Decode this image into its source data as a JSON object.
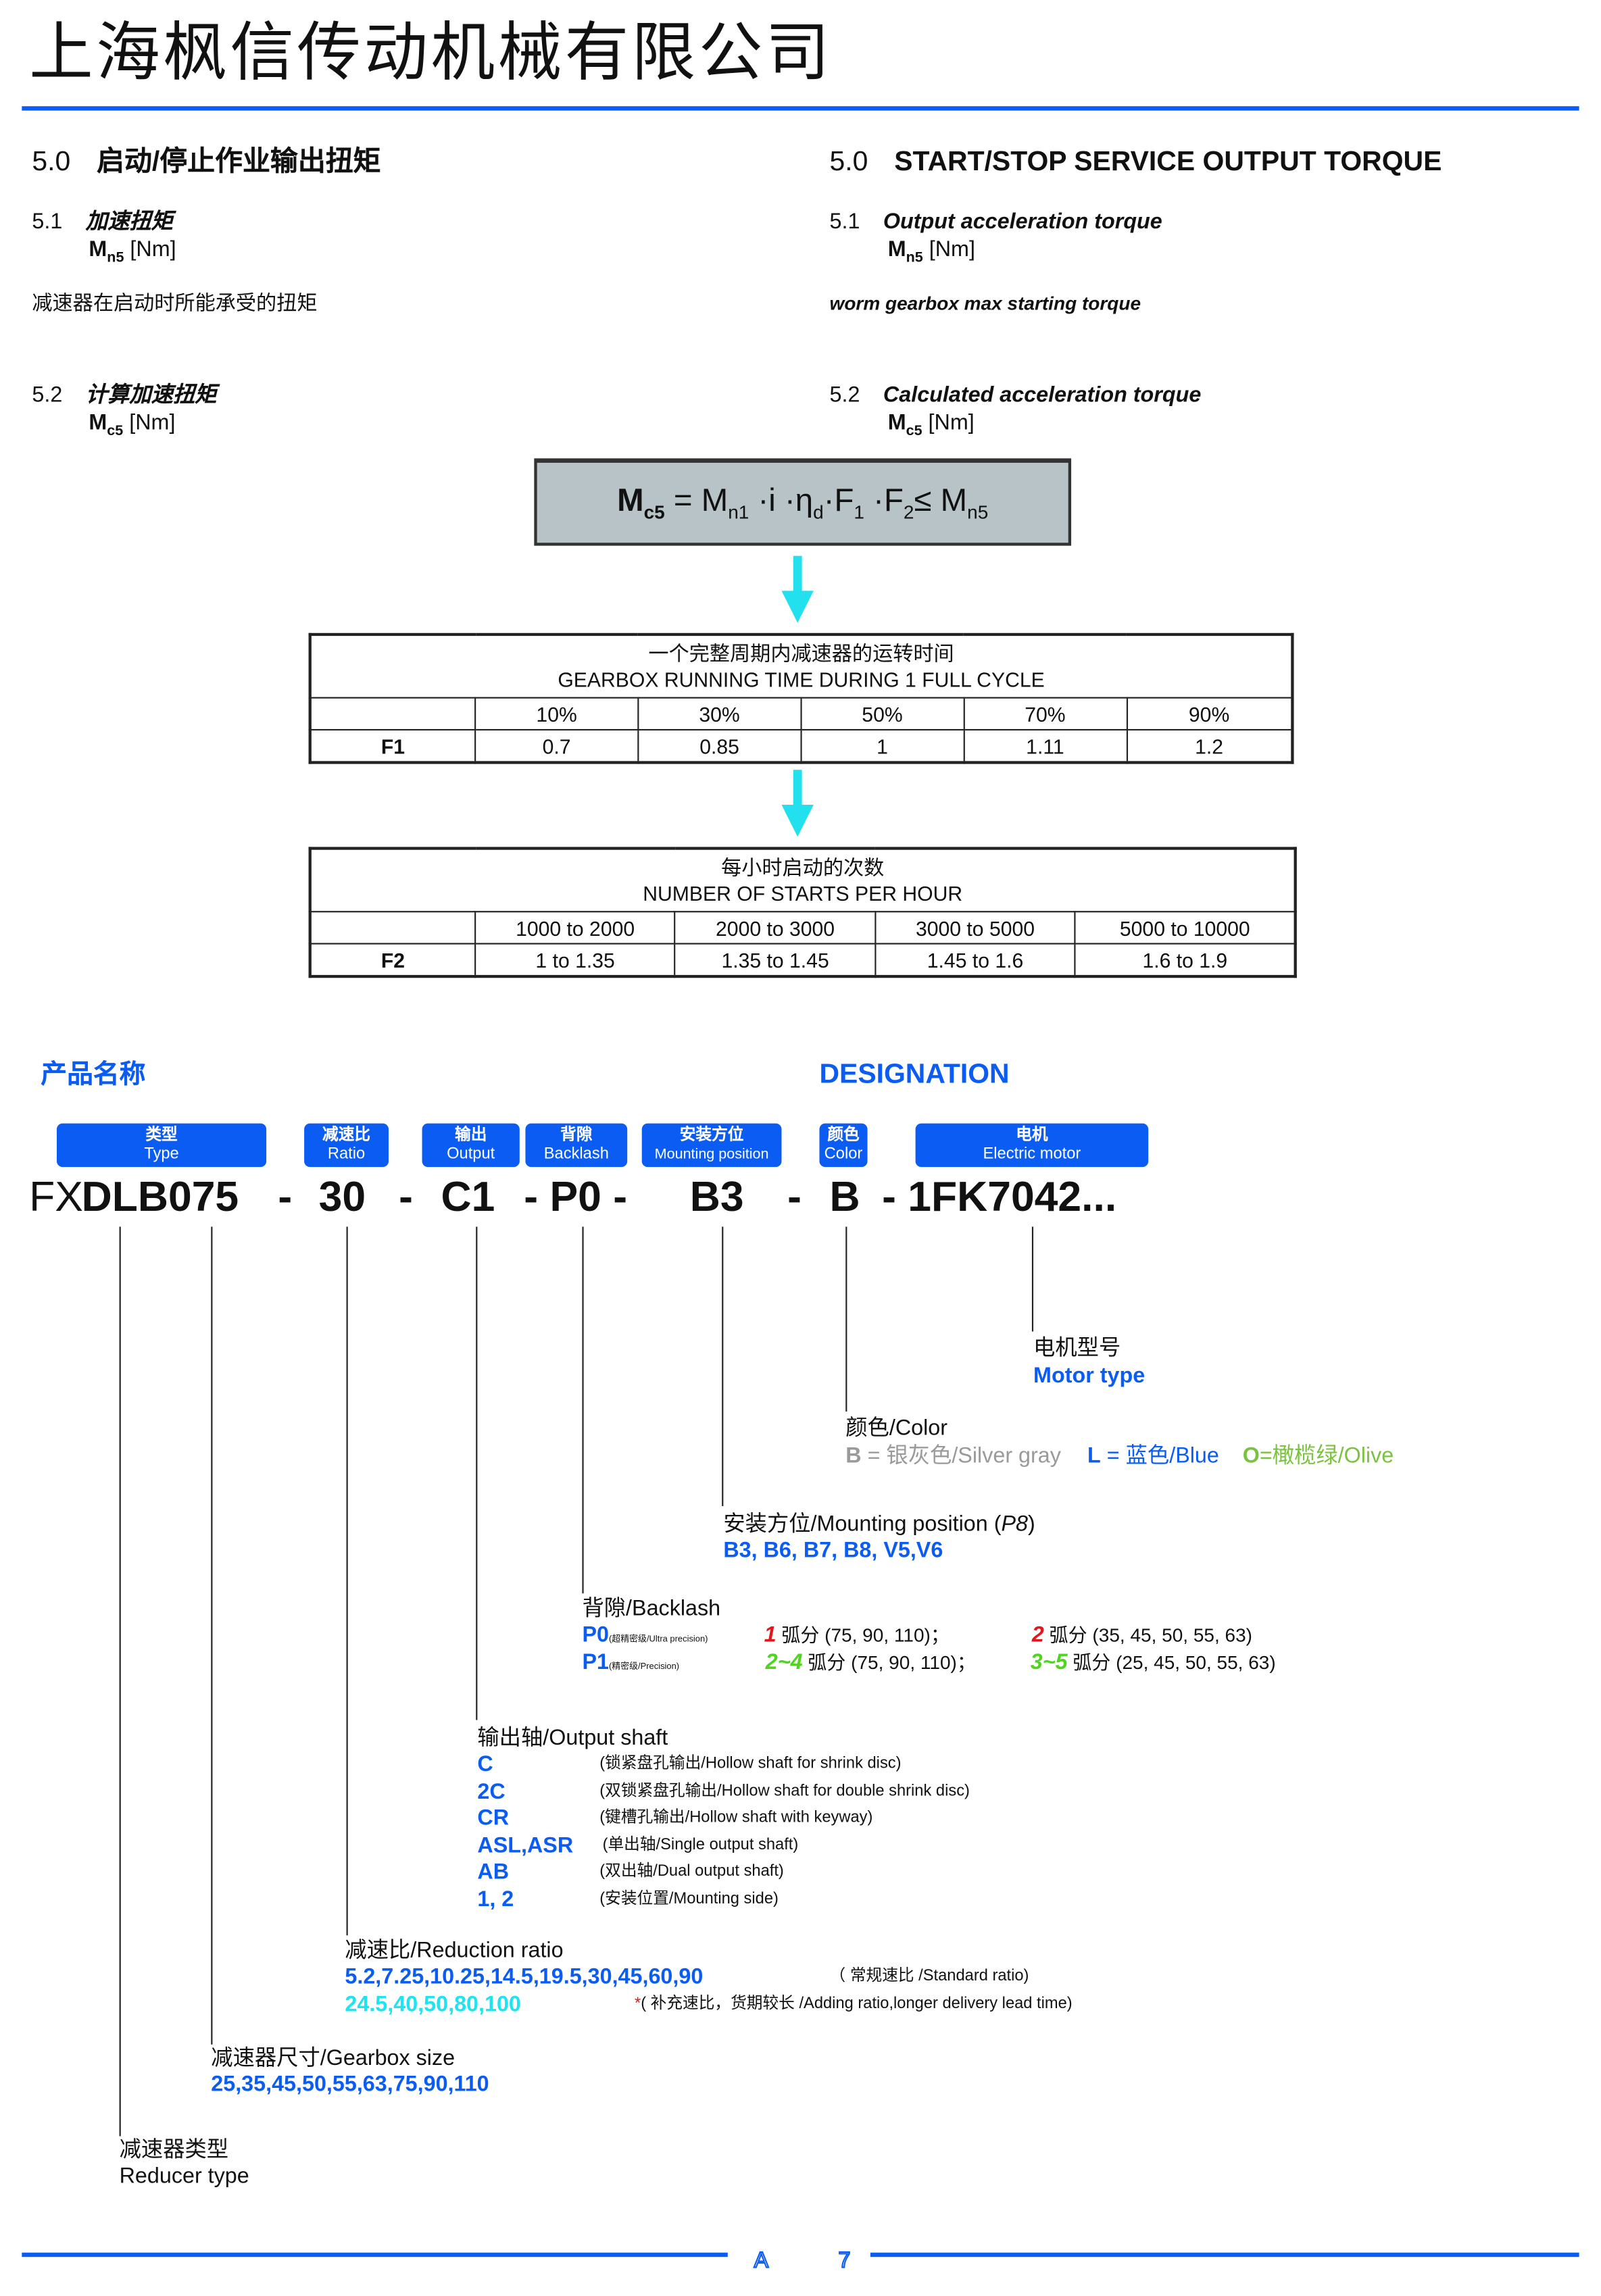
{
  "header": {
    "company": "上海枫信传动机械有限公司"
  },
  "section_cn": {
    "num": "5.0",
    "title": "启动/停止作业输出扭矩",
    "s51_num": "5.1",
    "s51_title": "加速扭矩",
    "s51_sym": "M",
    "s51_sub": "n5",
    "unit": "[Nm]",
    "s51_desc": "减速器在启动时所能承受的扭矩",
    "s52_num": "5.2",
    "s52_title": "计算加速扭矩",
    "s52_sym": "M",
    "s52_sub": "c5"
  },
  "section_en": {
    "num": "5.0",
    "title": "START/STOP SERVICE OUTPUT TORQUE",
    "s51_num": "5.1",
    "s51_title": "Output acceleration torque",
    "s51_desc": "worm gearbox max starting torque",
    "s52_num": "5.2",
    "s52_title": "Calculated acceleration torque"
  },
  "formula": {
    "lhs": "M",
    "lhs_sub": "c5",
    "eq": " = M",
    "n1": "n1",
    "i": " ·i ·η",
    "d": "d",
    "f1": "·F",
    "one": "1",
    "f2": " ·F",
    "two": "2",
    "le": "≤ M",
    "n5": "n5"
  },
  "table_f1": {
    "title_cn": "一个完整周期内减速器的运转时间",
    "title_en": "GEARBOX RUNNING TIME DURING 1 FULL CYCLE",
    "label": "F1",
    "headers": [
      "10%",
      "30%",
      "50%",
      "70%",
      "90%"
    ],
    "values": [
      "0.7",
      "0.85",
      "1",
      "1.11",
      "1.2"
    ]
  },
  "table_f2": {
    "title_cn": "每小时启动的次数",
    "title_en": "NUMBER OF STARTS PER HOUR",
    "label": "F2",
    "headers": [
      "1000 to 2000",
      "2000 to 3000",
      "3000 to 5000",
      "5000 to 10000"
    ],
    "values": [
      "1 to 1.35",
      "1.35 to 1.45",
      "1.45 to 1.6",
      "1.6 to 1.9"
    ]
  },
  "designation": {
    "title_cn": "产品名称",
    "title_en": "DESIGNATION",
    "tags": [
      {
        "cn": "类型",
        "en": "Type"
      },
      {
        "cn": "减速比",
        "en": "Ratio"
      },
      {
        "cn": "输出",
        "en": "Output"
      },
      {
        "cn": "背隙",
        "en": "Backlash"
      },
      {
        "cn": "安装方位",
        "en": "Mounting position"
      },
      {
        "cn": "颜色",
        "en": "Color"
      },
      {
        "cn": "电机",
        "en": "Electric motor"
      }
    ],
    "code": {
      "prefix": "FX",
      "type": "DLB075",
      "d1": "-",
      "ratio": "30",
      "d2": "-",
      "output": "C1",
      "backlash": "- P0 -",
      "mounting": "B3",
      "d3": "-",
      "color": "B",
      "motor": "- 1FK7042..."
    }
  },
  "motor": {
    "cn": "电机型号",
    "en": "Motor type"
  },
  "color": {
    "label": "颜色/Color",
    "b_code": "B",
    "b_text": " = 银灰色/Silver gray",
    "l_code": "L",
    "l_text": " = 蓝色/Blue",
    "o_code": "O",
    "o_text": "=橄榄绿/Olive"
  },
  "mounting": {
    "label": "安装方位/Mounting position (",
    "p8": "P8",
    "close": ")",
    "values": "B3, B6, B7, B8, V5,V6"
  },
  "backlash": {
    "label": "背隙/Backlash",
    "p0": "P0",
    "p0_note": "(超精密级/Ultra precision)",
    "p1": "P1",
    "p1_note": "(精密级/Precision)",
    "r1_code": "1",
    "r1_text": " 弧分 (75, 90, 110)；",
    "r2_code": "2",
    "r2_text": " 弧分 (35, 45, 50, 55, 63)",
    "r3_code": "2~4",
    "r3_text": " 弧分 (75, 90, 110)；",
    "r4_code": "3~5",
    "r4_text": " 弧分 (25, 45, 50, 55, 63)"
  },
  "output_shaft": {
    "label": "输出轴/Output shaft",
    "items": [
      {
        "code": "C",
        "desc": "(锁紧盘孔输出/Hollow shaft for shrink disc)"
      },
      {
        "code": "2C",
        "desc": "(双锁紧盘孔输出/Hollow shaft for double shrink disc)"
      },
      {
        "code": "CR",
        "desc": "(键槽孔输出/Hollow shaft with keyway)"
      },
      {
        "code": "ASL,ASR",
        "desc": "(单出轴/Single output shaft)"
      },
      {
        "code": "AB",
        "desc": "(双出轴/Dual output shaft)"
      },
      {
        "code": "1, 2",
        "desc": "(安装位置/Mounting side)"
      }
    ]
  },
  "ratio": {
    "label": "减速比/Reduction ratio",
    "standard": "5.2,7.25,10.25,14.5,19.5,30,45,60,90",
    "standard_note": "（ 常规速比 /Standard ratio)",
    "extra": "24.5,40,50,80,100",
    "star": "*",
    "extra_note": "( 补充速比，货期较长 /Adding ratio,longer delivery lead time)"
  },
  "size": {
    "label": "减速器尺寸/Gearbox size",
    "values": "25,35,45,50,55,63,75,90,110"
  },
  "reducer": {
    "cn": "减速器类型",
    "en": "Reducer type"
  },
  "footer": {
    "letter": "A",
    "page": "7"
  },
  "colors": {
    "blue": "#0b5cf2",
    "cyan": "#1ee3f0",
    "red": "#e3161c",
    "green": "#4fd420",
    "olive": "#7cc242",
    "gray": "#9a9a9a"
  }
}
